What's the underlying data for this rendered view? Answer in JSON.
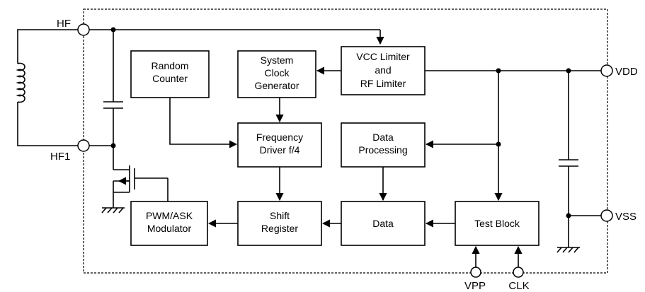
{
  "blocks": {
    "random_counter": [
      "Random",
      "Counter"
    ],
    "system_clock": [
      "System",
      "Clock",
      "Generator"
    ],
    "vcc_limiter": [
      "VCC Limiter",
      "and",
      "RF Limiter"
    ],
    "frequency_driver": [
      "Frequency",
      "Driver f/4"
    ],
    "data_processing": [
      "Data",
      "Processing"
    ],
    "pwm_modulator": [
      "PWM/ASK",
      "Modulator"
    ],
    "shift_register": [
      "Shift",
      "Register"
    ],
    "data": [
      "Data"
    ],
    "test_block": [
      "Test Block"
    ]
  },
  "pins": {
    "hf": "HF",
    "hf1": "HF1",
    "vdd": "VDD",
    "vss": "VSS",
    "vpp": "VPP",
    "clk": "CLK"
  }
}
